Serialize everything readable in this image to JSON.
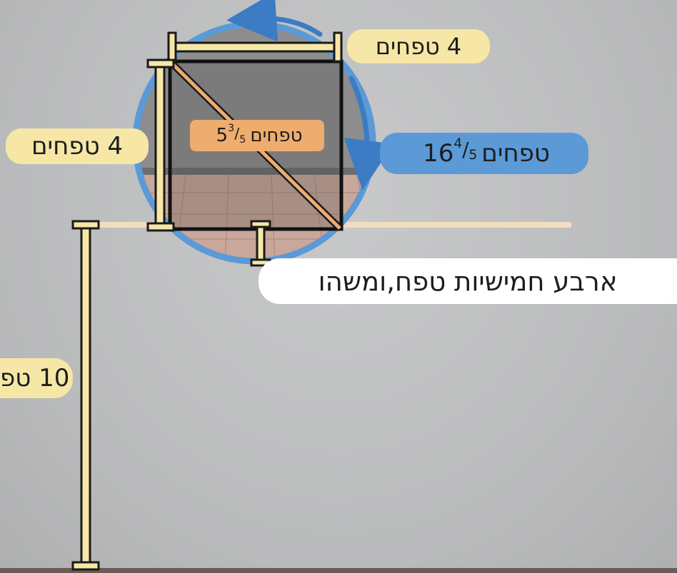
{
  "labels": {
    "top_width": "4 טפחים",
    "left_height": "4 טפחים",
    "diagonal": {
      "whole": "5",
      "num": "3",
      "den": "5",
      "unit": "טפחים"
    },
    "circumference": {
      "whole": "16",
      "num": "4",
      "den": "5",
      "unit": "טפחים"
    },
    "gap": "ארבע חמישיות טפח,ומשהו",
    "wall_height": "10 טפ"
  },
  "colors": {
    "circle": "#5b9ad6",
    "measure": "#f6e7a6",
    "diagonal": "#eeac6e",
    "frame": "#111111"
  }
}
